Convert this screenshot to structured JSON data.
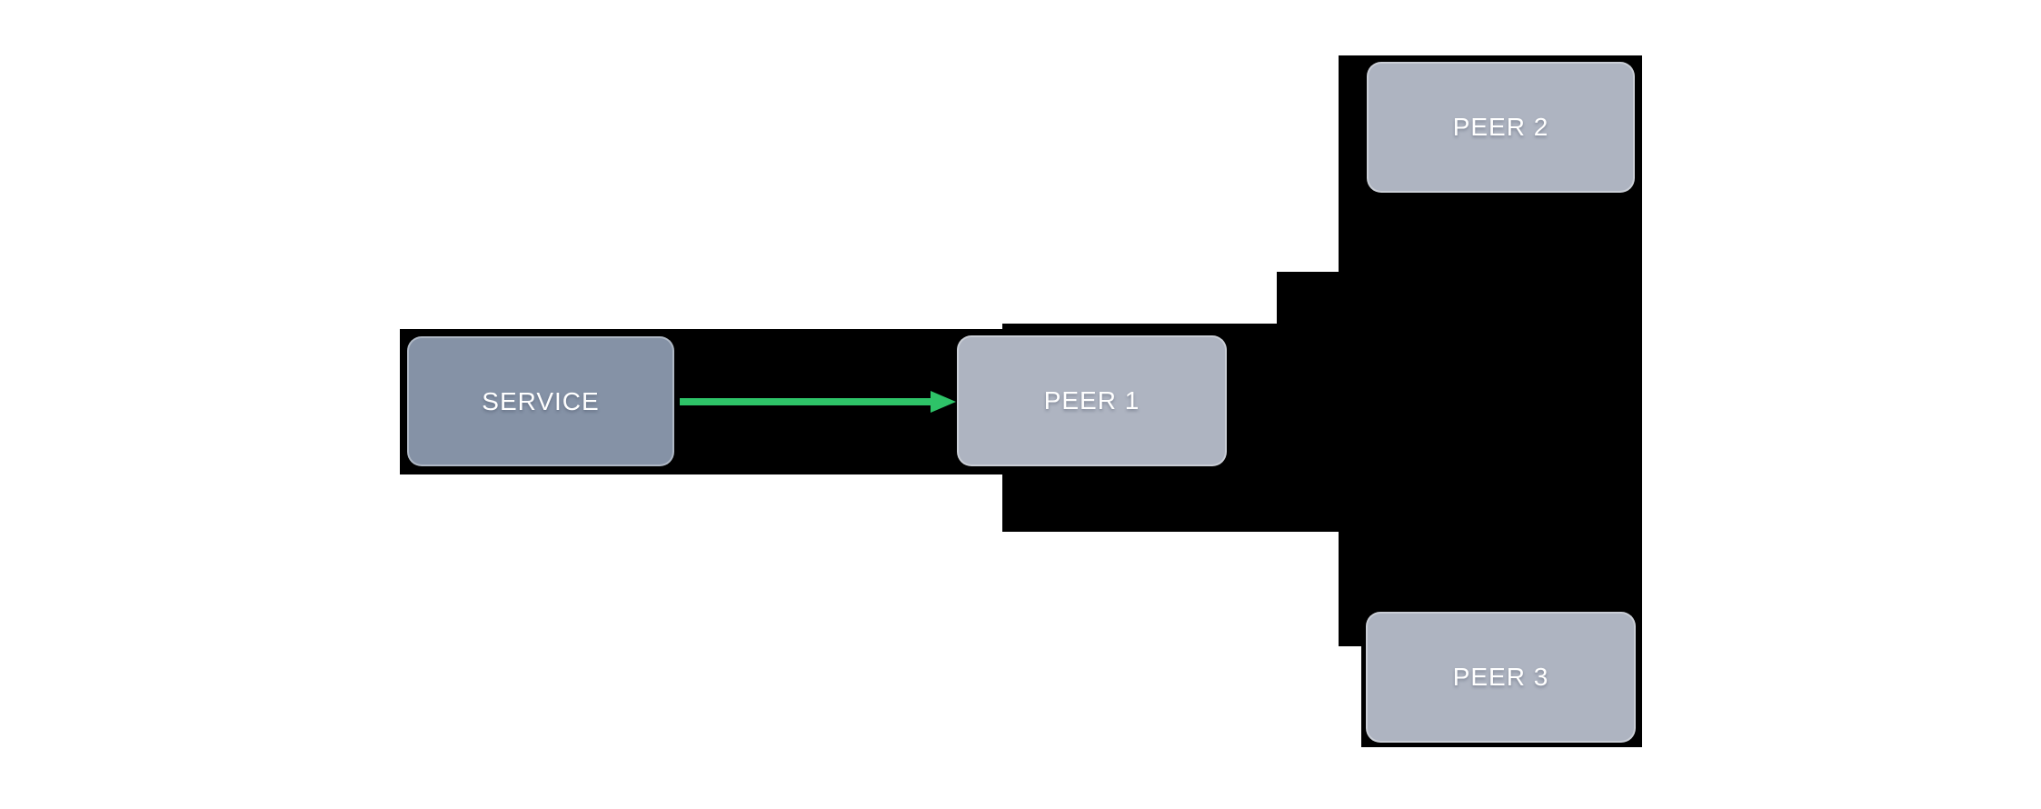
{
  "diagram": {
    "title": "",
    "nodes": [
      {
        "id": "service",
        "label": "SERVICE",
        "fill": "#8592a6"
      },
      {
        "id": "peer1",
        "label": "PEER 1",
        "fill": "#aeb4c1"
      },
      {
        "id": "peer2",
        "label": "PEER 2",
        "fill": "#aeb4c1"
      },
      {
        "id": "peer3",
        "label": "PEER 3",
        "fill": "#aeb4c1"
      }
    ],
    "edges": [
      {
        "from": "service",
        "to": "peer1",
        "style": "arrow",
        "color": "#2ec368"
      }
    ],
    "colors": {
      "background": "#ffffff",
      "connector_block": "#000000",
      "arrow_green": "#2ec368",
      "node_text": "#ffffff",
      "service_fill": "#8592a6",
      "peer_fill": "#aeb4c1"
    }
  }
}
